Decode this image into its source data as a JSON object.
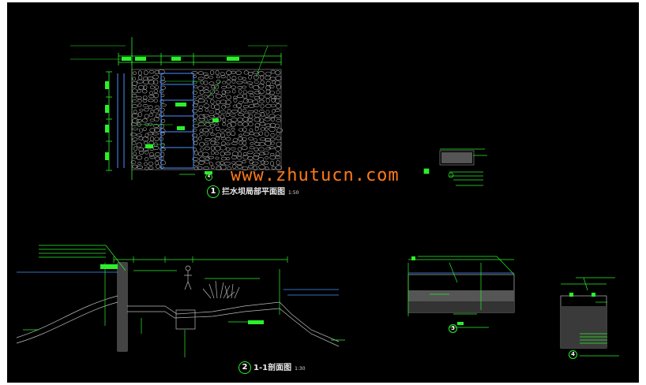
{
  "watermark": "www.zhutucn.com",
  "plan": {
    "number": "1",
    "title": "拦水坝局部平面图",
    "scale": "1:50"
  },
  "section": {
    "number": "2",
    "title": "1-1剖面图",
    "scale": "1:30"
  },
  "detail_3": {
    "number": "3"
  },
  "detail_4": {
    "number": "4"
  },
  "plan_marker": "4",
  "colors": {
    "background": "#000000",
    "linework": "#2bf02b",
    "hatch": "#bbbbbb",
    "frame": "#4a90ff",
    "watermark": "#ff7a1a"
  }
}
